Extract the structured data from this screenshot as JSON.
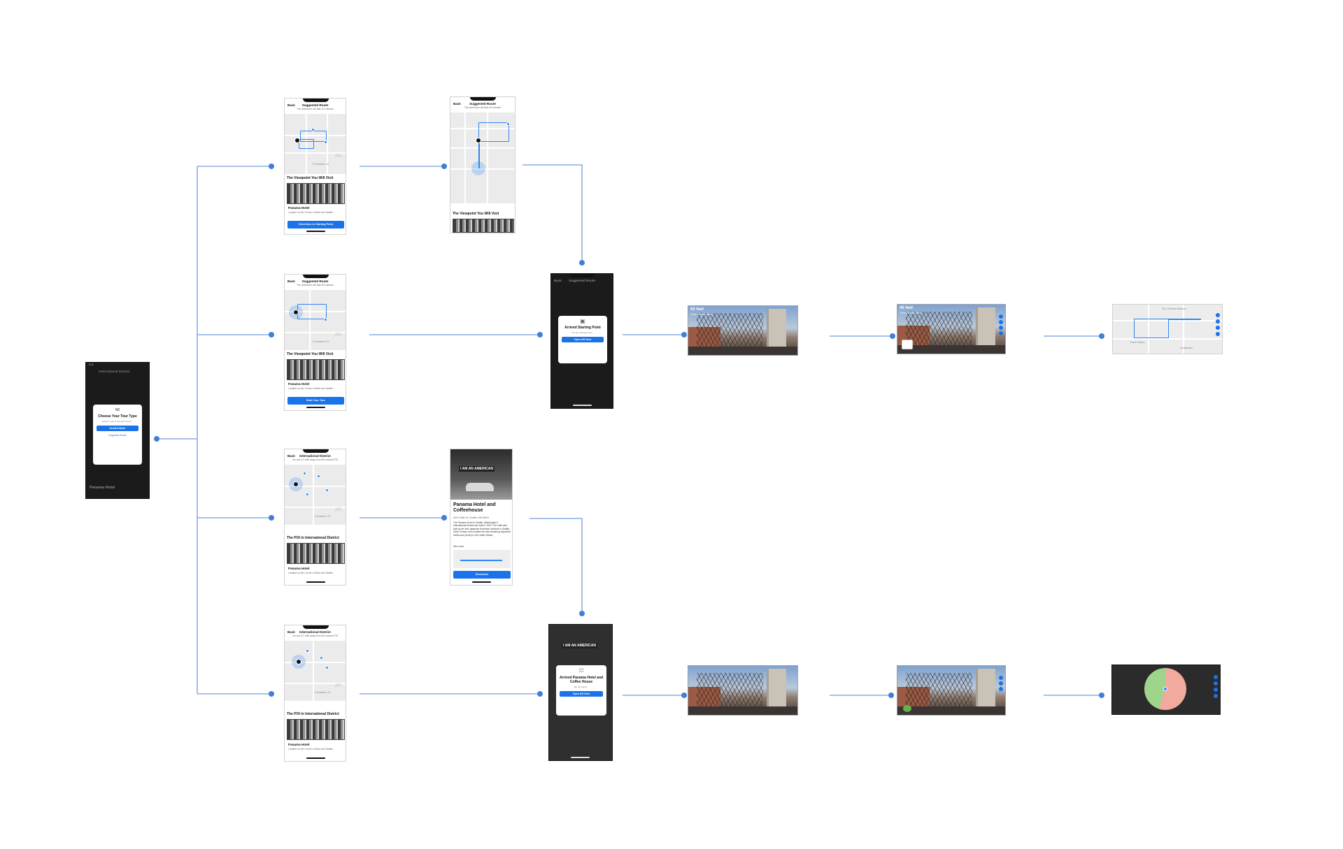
{
  "colors": {
    "accent": "#1a73e8",
    "connector": "#6f9fdc",
    "node": "#3f7fd9"
  },
  "start_screen": {
    "status_time": "9:41",
    "header_title": "International District",
    "modal": {
      "icon": "map-icon",
      "title": "Choose Your Tour Type",
      "body": "Guided mode is the best choice...",
      "primary_button": "Guided Mode",
      "secondary_link": "Unguided Mode"
    },
    "footer_title": "Panama Hotel"
  },
  "route_screens": [
    {
      "back": "Back",
      "title": "Suggested Route",
      "subtitle": "The adventure will take 40 minutes",
      "map_labels": [
        "S Dearborn St",
        "ATL"
      ],
      "sheet_title": "The Viewpoint You Will Visit",
      "poi_name": "Panama Hotel",
      "poi_sub": "Located on the Corner of Main and Seattle",
      "button": "Directions to Starting Point"
    },
    {
      "back": "Back",
      "title": "Suggested Route",
      "subtitle": "The adventure will take 60 minutes",
      "map_labels": [
        "S Dearborn St",
        "ATL"
      ],
      "sheet_title": "The Viewpoint You Will Visit",
      "poi_name": "Panama Hotel",
      "poi_sub": "Located on the Corner of Main and Seattle",
      "button": "Start Your Tour"
    },
    {
      "back": "Back",
      "title": "International District",
      "subtitle": "You are 0.3 mile away from the nearest POI",
      "map_labels": [
        "S Dearborn St",
        "ATL"
      ],
      "sheet_title": "The POI in International District",
      "poi_name": "Panama Hotel",
      "poi_sub": "Located on the Corner of Main and Seattle",
      "button": ""
    },
    {
      "back": "Back",
      "title": "International District",
      "subtitle": "You are 0.1 mile away from the nearest POI",
      "map_labels": [
        "S Dearborn St",
        "ATL"
      ],
      "sheet_title": "The POI in International District",
      "poi_name": "Panama Hotel",
      "poi_sub": "Located on the Corner of Main and Seattle",
      "button": ""
    }
  ],
  "directions_screen": {
    "back": "Back",
    "title": "Suggested Route",
    "subtitle": "The adventure will take 30 minutes",
    "sheet_title": "The Viewpoint You Will Visit"
  },
  "poi_detail_screen": {
    "banner_text": "I AM AN AMERICAN",
    "title": "Panama Hotel and Coffeehouse",
    "address": "605 S Main St, Seattle, WA 98104",
    "body": "The Panama Hotel in Seattle, Washington's International District was built in 1910. The hotel was built by the first Japanese American architect in Seattle, Sabro Ozasa, and contains the last remaining Japanese bathhouse (sento) in the United States.",
    "see_more": "See more",
    "button": "Directions"
  },
  "arrived_start_screen": {
    "back": "Back",
    "title": "Suggested Route",
    "modal": {
      "icon": "ar-icon",
      "title": "Arrived Starting Point",
      "body": "The tour will start here...",
      "button": "Open AR View"
    }
  },
  "arrived_poi_screen": {
    "banner_text": "I AM AN AMERICAN",
    "modal": {
      "icon": "landmark-icon",
      "title": "Arrived Panama Hotel and Coffee House",
      "body": "Tap the button...",
      "button": "Open AR View"
    }
  },
  "ar_views": [
    {
      "distance": "50 feet",
      "subtitle": "To the Panama Hotel"
    },
    {
      "distance": "40 feet",
      "subtitle": "To the Panama Hotel"
    },
    {
      "distance": "",
      "subtitle": ""
    },
    {
      "distance": "",
      "subtitle": ""
    }
  ],
  "map_view_labels": [
    "The Chinese Museum",
    "Union Station",
    "Uwajimaya"
  ]
}
